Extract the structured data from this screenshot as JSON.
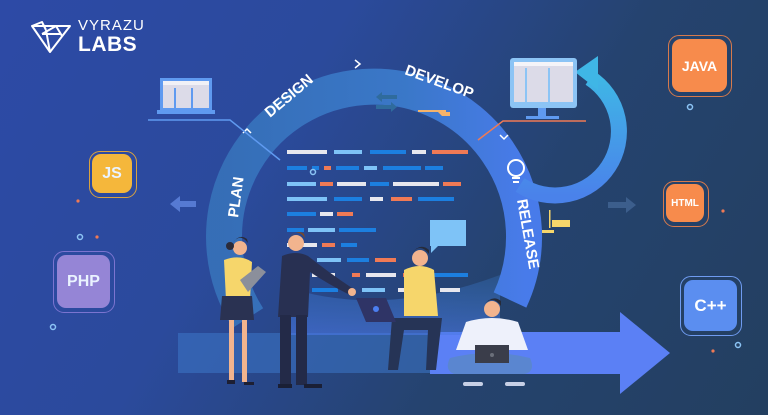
{
  "brand": {
    "name_top": "VYRAZU",
    "name_bottom": "LABS",
    "logo_icon": "fox-geometric-icon"
  },
  "cycle": {
    "stages": [
      {
        "label": "PLAN"
      },
      {
        "label": "DESIGN"
      },
      {
        "label": "DEVELOP"
      },
      {
        "label": "RELEASE"
      }
    ],
    "arrow_glyph": ">",
    "ring_color": "#3a78c4",
    "ring_color_right": "#4a7ef0",
    "return_arrow_color": "#3fb6e6"
  },
  "languages": [
    {
      "label": "JAVA",
      "color": "#f78b4c"
    },
    {
      "label": "JS",
      "color": "#f5b73b"
    },
    {
      "label": "HTML",
      "color": "#f78b4c"
    },
    {
      "label": "PHP",
      "color": "#9585d6"
    },
    {
      "label": "C++",
      "color": "#5b8ef0"
    }
  ],
  "colors": {
    "bg_left": "#2d4aa6",
    "bg_right": "#233f60",
    "accent_orange": "#f07a55",
    "code_blue": "#1c7fe0",
    "code_light": "#7ec3f7",
    "code_white": "#e7e7ee",
    "big_arrow": "#5b80f5",
    "person_yellow": "#f6d66b"
  }
}
